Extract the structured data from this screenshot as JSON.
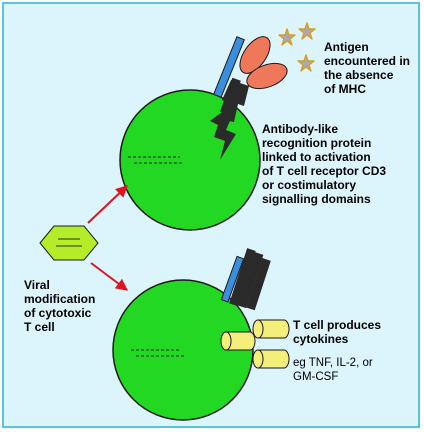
{
  "labels": {
    "antigen": "Antigen\nencountered in\nthe absence\nof MHC",
    "receptor": "Antibody-like\nrecognition protein\nlinked to activation\nof T cell receptor CD3\nor costimulatory\nsignalling domains",
    "viral": "Viral\nmodification\nof cytotoxic\nT cell",
    "cytokines": "T cell produces\ncytokines",
    "examples": "eg TNF, IL-2, or\nGM-CSF"
  },
  "colors": {
    "panel_background": "#dcf4fb",
    "panel_border": "#58c4de",
    "cell_fill": "#22d822",
    "vector_fill": "#b4ec2a",
    "antibody_fill": "#f0785a",
    "antigen_star": "#a8a8b8",
    "antigen_star_outline": "#d8a020",
    "tcr_blue": "#3a8ede",
    "cd3_dark": "#2a2a2a",
    "cytokine_fill": "#f4ee7a",
    "arrow_red": "#e0141e"
  },
  "icons": {
    "antigen": "star",
    "vector": "hexagon",
    "cytokine": "cylinder"
  }
}
